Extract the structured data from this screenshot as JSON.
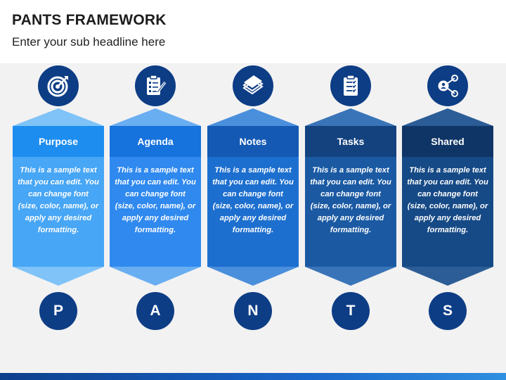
{
  "header": {
    "title": "PANTS FRAMEWORK",
    "subtitle": "Enter your sub headline here"
  },
  "columns": [
    {
      "label": "Purpose",
      "letter": "P",
      "icon": "target-icon",
      "text": "This is a sample text that you can edit. You can change font (size, color, name), or apply any desired formatting.",
      "colors": {
        "circle": "#0d3d85",
        "tri": "#7fc3f8",
        "header": "#1d8ef0",
        "body": "#47a6f5"
      }
    },
    {
      "label": "Agenda",
      "letter": "A",
      "icon": "clipboard-pen-icon",
      "text": "This is a sample text that you can edit. You can change font (size, color, name), or apply any desired formatting.",
      "colors": {
        "circle": "#0d3d85",
        "tri": "#6aaef2",
        "header": "#1672dc",
        "body": "#2f89ef"
      }
    },
    {
      "label": "Notes",
      "letter": "N",
      "icon": "sticky-notes-icon",
      "text": "This is a sample text that you can edit. You can change font (size, color, name), or apply any desired formatting.",
      "colors": {
        "circle": "#0d3d85",
        "tri": "#4a8fdc",
        "header": "#1459b4",
        "body": "#1d6fcf"
      }
    },
    {
      "label": "Tasks",
      "letter": "T",
      "icon": "checklist-icon",
      "text": "This is a sample text that you can edit. You can change font (size, color, name), or apply any desired formatting.",
      "colors": {
        "circle": "#0d3d85",
        "tri": "#3a74b8",
        "header": "#13427f",
        "body": "#1b5aa3"
      }
    },
    {
      "label": "Shared",
      "letter": "S",
      "icon": "share-user-icon",
      "text": "This is a sample text that you can edit. You can change font (size, color, name), or apply any desired formatting.",
      "colors": {
        "circle": "#0d3d85",
        "tri": "#2c5d96",
        "header": "#0f3567",
        "body": "#164a86"
      }
    }
  ]
}
